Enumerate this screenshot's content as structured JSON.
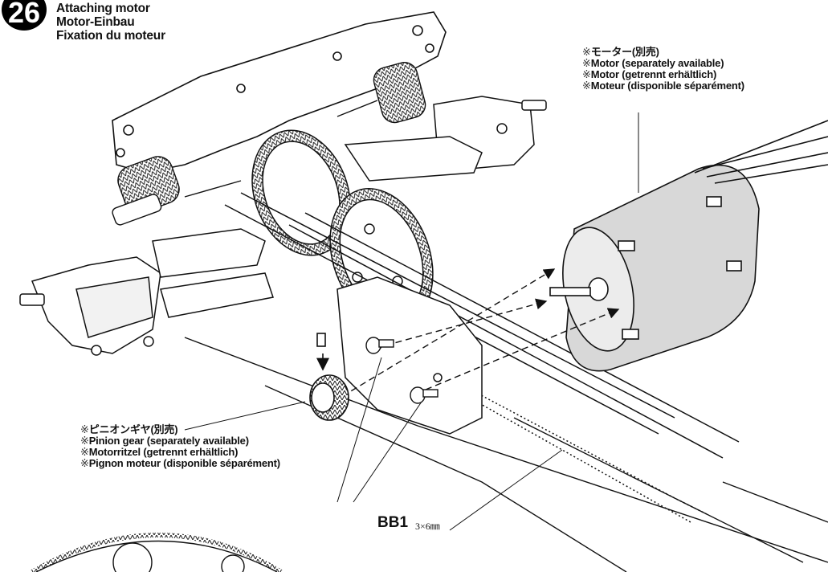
{
  "step": {
    "number": "26",
    "titles": [
      "Attaching motor",
      "Motor-Einbau",
      "Fixation du moteur"
    ]
  },
  "motor_callout": {
    "lines": [
      {
        "marker": "※",
        "text": "モーター(別売)"
      },
      {
        "marker": "※",
        "text": "Motor (separately available)"
      },
      {
        "marker": "※",
        "text": "Motor (getrennt erhältlich)"
      },
      {
        "marker": "※",
        "text": "Moteur (disponible séparément)"
      }
    ]
  },
  "pinion_callout": {
    "lines": [
      {
        "marker": "※",
        "text": "ピニオンギヤ(別売)"
      },
      {
        "marker": "※",
        "text": "Pinion gear (separately available)"
      },
      {
        "marker": "※",
        "text": "Motorritzel (getrennt erhältlich)"
      },
      {
        "marker": "※",
        "text": "Pignon moteur (disponible séparément)"
      }
    ]
  },
  "screw": {
    "code": "BB1",
    "size": "3×6㎜"
  },
  "colors": {
    "ink": "#111111",
    "paper": "#ffffff",
    "shade": "#cfcfcf",
    "light_shade": "#e6e6e6"
  }
}
